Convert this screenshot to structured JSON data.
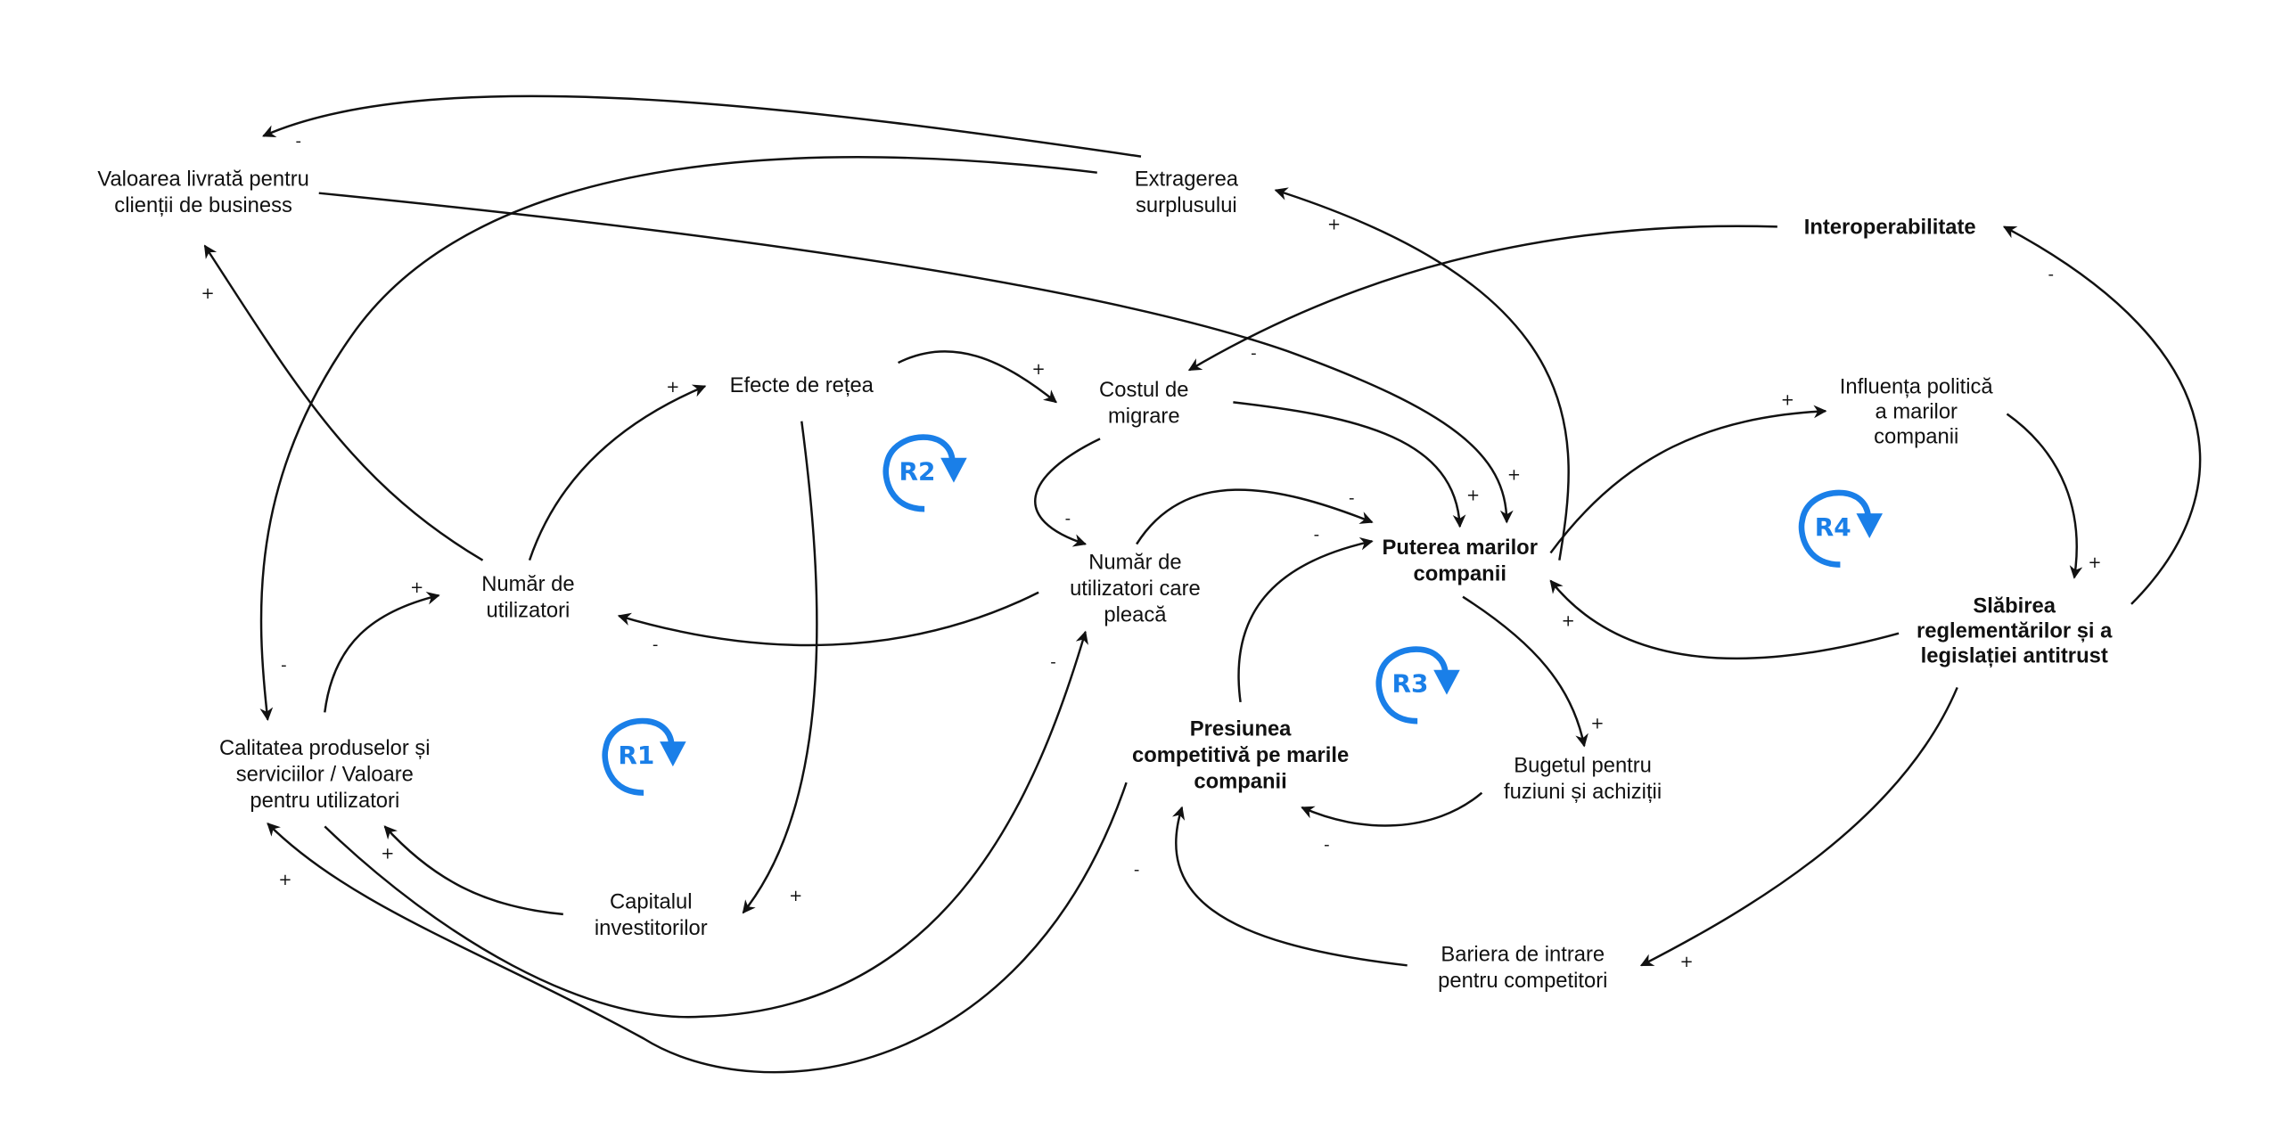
{
  "diagram": {
    "type": "causal-loop-diagram",
    "loop_color": "#1a7fe8",
    "line_color": "#111111",
    "nodes": {
      "valoarea": {
        "lines": [
          "Valoarea livrată pentru",
          "clienții de business"
        ],
        "bold": false
      },
      "extragerea": {
        "lines": [
          "Extragerea",
          "surplusului"
        ],
        "bold": false
      },
      "interoperabilitate": {
        "lines": [
          "Interoperabilitate"
        ],
        "bold": true
      },
      "efecte": {
        "lines": [
          "Efecte de rețea"
        ],
        "bold": false
      },
      "costul": {
        "lines": [
          "Costul de",
          "migrare"
        ],
        "bold": false
      },
      "influenta": {
        "lines": [
          "Influența politică",
          "a marilor",
          "companii"
        ],
        "bold": false
      },
      "numar_utilizatori": {
        "lines": [
          "Număr de",
          "utilizatori"
        ],
        "bold": false
      },
      "numar_pleaca": {
        "lines": [
          "Număr de",
          "utilizatori care",
          "pleacă"
        ],
        "bold": false
      },
      "puterea": {
        "lines": [
          "Puterea marilor",
          "companii"
        ],
        "bold": true
      },
      "slabirea": {
        "lines": [
          "Slăbirea",
          "reglementărilor și a",
          "legislației antitrust"
        ],
        "bold": true
      },
      "calitatea": {
        "lines": [
          "Calitatea produselor și",
          "serviciilor / Valoare",
          "pentru utilizatori"
        ],
        "bold": false
      },
      "presiunea": {
        "lines": [
          "Presiunea",
          "competitivă pe marile",
          "companii"
        ],
        "bold": true
      },
      "bugetul": {
        "lines": [
          "Bugetul pentru",
          "fuziuni și achiziții"
        ],
        "bold": false
      },
      "capitalul": {
        "lines": [
          "Capitalul",
          "investitorilor"
        ],
        "bold": false
      },
      "bariera": {
        "lines": [
          "Bariera de intrare",
          "pentru competitori"
        ],
        "bold": false
      }
    },
    "edges": [
      {
        "from": "extragerea",
        "to": "valoarea",
        "sign": "-"
      },
      {
        "from": "extragerea",
        "to": "calitatea",
        "sign": "-"
      },
      {
        "from": "valoarea",
        "to": "puterea",
        "sign": "+"
      },
      {
        "from": "numar_utilizatori",
        "to": "valoarea",
        "sign": "+"
      },
      {
        "from": "numar_utilizatori",
        "to": "efecte",
        "sign": "+"
      },
      {
        "from": "efecte",
        "to": "costul",
        "sign": "+"
      },
      {
        "from": "efecte",
        "to": "capitalul",
        "sign": "+"
      },
      {
        "from": "costul",
        "to": "numar_pleaca",
        "sign": "-"
      },
      {
        "from": "costul",
        "to": "puterea",
        "sign": "+"
      },
      {
        "from": "numar_pleaca",
        "to": "puterea",
        "sign": "-"
      },
      {
        "from": "numar_pleaca",
        "to": "numar_utilizatori",
        "sign": "-"
      },
      {
        "from": "puterea",
        "to": "extragerea",
        "sign": "+"
      },
      {
        "from": "interoperabilitate",
        "to": "costul",
        "sign": "-"
      },
      {
        "from": "presiunea",
        "to": "puterea",
        "sign": "-"
      },
      {
        "from": "puterea",
        "to": "influenta",
        "sign": "+"
      },
      {
        "from": "influenta",
        "to": "slabirea",
        "sign": "+"
      },
      {
        "from": "slabirea",
        "to": "interoperabilitate",
        "sign": "-"
      },
      {
        "from": "slabirea",
        "to": "puterea",
        "sign": "+"
      },
      {
        "from": "puterea",
        "to": "bugetul",
        "sign": "+"
      },
      {
        "from": "bugetul",
        "to": "presiunea",
        "sign": "-"
      },
      {
        "from": "slabirea",
        "to": "bariera",
        "sign": "+"
      },
      {
        "from": "bariera",
        "to": "presiunea",
        "sign": "-"
      },
      {
        "from": "presiunea",
        "to": "calitatea",
        "sign": "+"
      },
      {
        "from": "calitatea",
        "to": "numar_pleaca",
        "sign": "-"
      },
      {
        "from": "capitalul",
        "to": "calitatea",
        "sign": "+"
      },
      {
        "from": "calitatea",
        "to": "numar_utilizatori",
        "sign": "+"
      }
    ],
    "loops": [
      {
        "label": "R1",
        "type": "reinforcing"
      },
      {
        "label": "R2",
        "type": "reinforcing"
      },
      {
        "label": "R3",
        "type": "reinforcing"
      },
      {
        "label": "R4",
        "type": "reinforcing"
      }
    ]
  }
}
